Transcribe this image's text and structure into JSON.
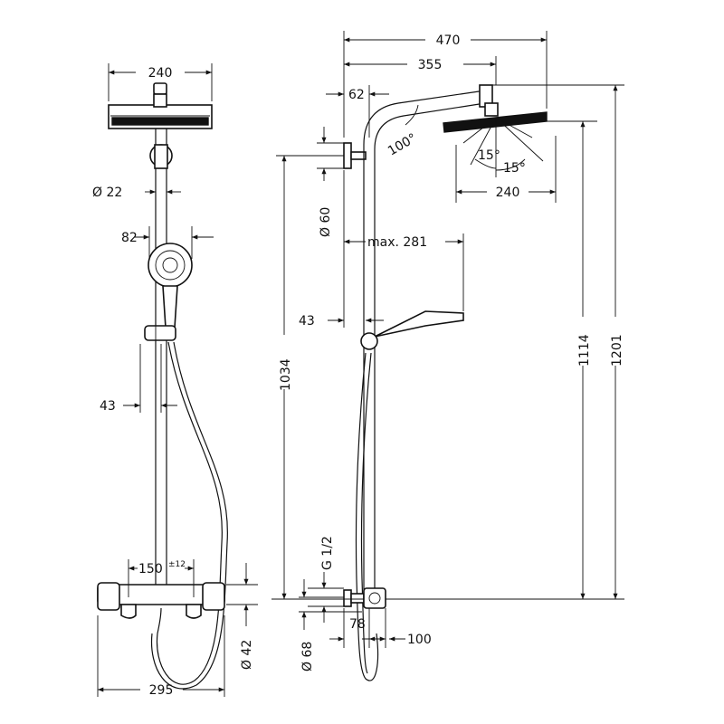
{
  "front_view": {
    "shower_head_width": "240",
    "rail_diameter": "Ø 22",
    "hand_shower_offset": "82",
    "holder_offset": "43",
    "thermostat_centers": "150",
    "thermostat_tolerance": "±12",
    "thermostat_height": "Ø 42",
    "overall_width": "295"
  },
  "side_view": {
    "overall_projection": "470",
    "arm_projection": "355",
    "wall_offset": "62",
    "arm_angle": "100°",
    "tilt_left": "15°",
    "tilt_right": "15°",
    "head_width": "240",
    "bracket_diameter": "Ø 60",
    "hand_reach": "max. 281",
    "holder_wall_offset": "43",
    "bracket_height": "1034",
    "head_height": "1114",
    "overall_height": "1201",
    "connection_thread": "G 1/2",
    "valve_diameter": "Ø 68",
    "valve_depth": "78",
    "valve_projection": "100"
  }
}
